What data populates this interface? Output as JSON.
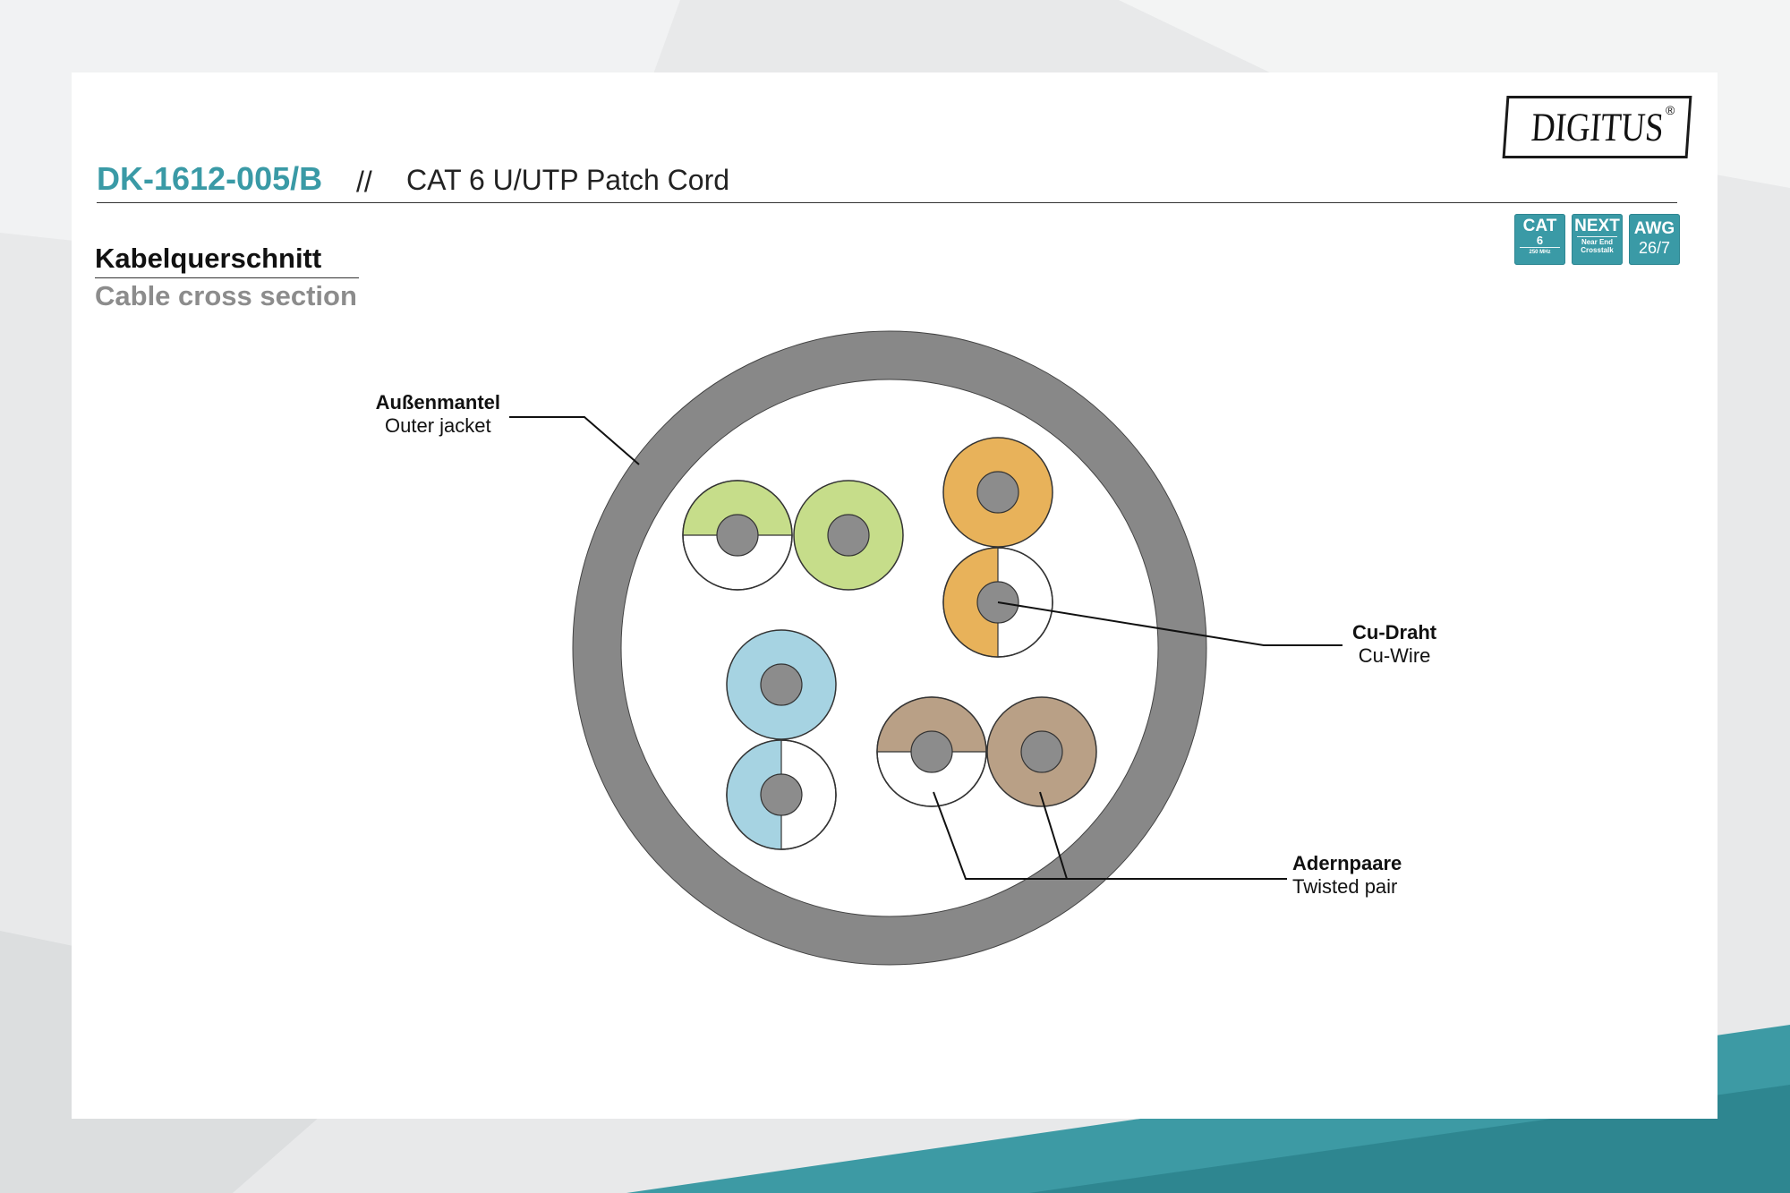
{
  "header": {
    "product_code": "DK-1612-005/B",
    "separator": "//",
    "product_name": "CAT 6 U/UTP Patch Cord"
  },
  "logo": {
    "text": "DIGITUS",
    "registered": "®"
  },
  "badges": [
    {
      "main": "CAT",
      "value": "6",
      "sub": "250 MHz"
    },
    {
      "main": "NEXT",
      "sub_line1": "Near End",
      "sub_line2": "Crosstalk"
    },
    {
      "main": "AWG",
      "value": "26/7"
    }
  ],
  "section": {
    "title_de": "Kabelquerschnitt",
    "title_en": "Cable cross section"
  },
  "diagram": {
    "labels": {
      "outer_jacket": {
        "de": "Außenmantel",
        "en": "Outer jacket"
      },
      "cu_wire": {
        "de": "Cu-Draht",
        "en": "Cu-Wire"
      },
      "twisted_pair": {
        "de": "Adernpaare",
        "en": "Twisted pair"
      }
    },
    "colors": {
      "jacket": "#888888",
      "conductor": "#8c8c8c",
      "green": "#c6dd8a",
      "orange": "#e8b25a",
      "blue": "#a6d3e2",
      "brown": "#b9a086",
      "accent": "#3a9aa6"
    }
  }
}
